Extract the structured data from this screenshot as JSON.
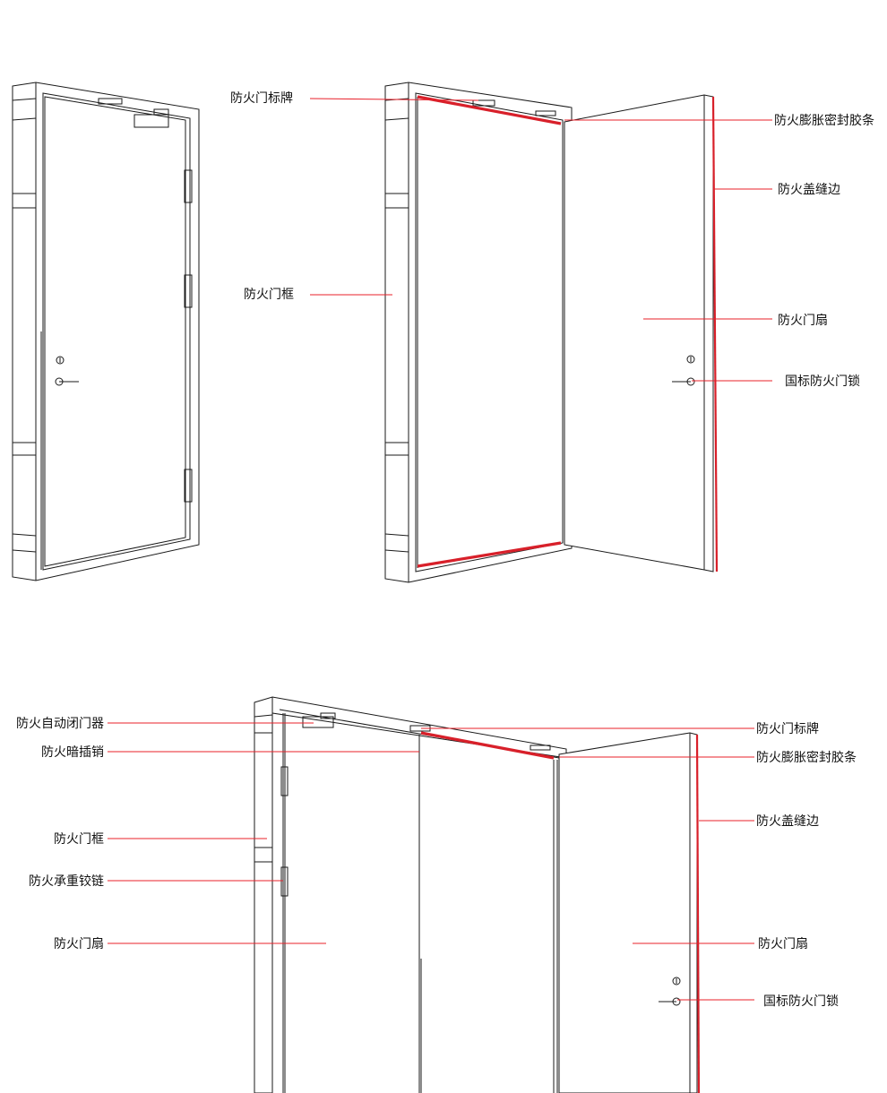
{
  "colors": {
    "leader": "#e8202a",
    "seal": "#d8202a",
    "outline": "#1a1a1a",
    "background": "#ffffff"
  },
  "diagram1": {
    "labels": {
      "sign": "防火门标牌",
      "seal_strip": "防火膨胀密封胶条",
      "cover_edge": "防火盖缝边",
      "frame": "防火门框",
      "leaf": "防火门扇",
      "lock": "国标防火门锁"
    }
  },
  "diagram2": {
    "labels": {
      "closer": "防火自动闭门器",
      "flush_bolt": "防火暗插销",
      "frame": "防火门框",
      "hinge": "防火承重铰链",
      "leaf_left": "防火门扇",
      "sign": "防火门标牌",
      "seal_strip": "防火膨胀密封胶条",
      "cover_edge": "防火盖缝边",
      "leaf_right": "防火门扇",
      "lock": "国标防火门锁"
    }
  }
}
